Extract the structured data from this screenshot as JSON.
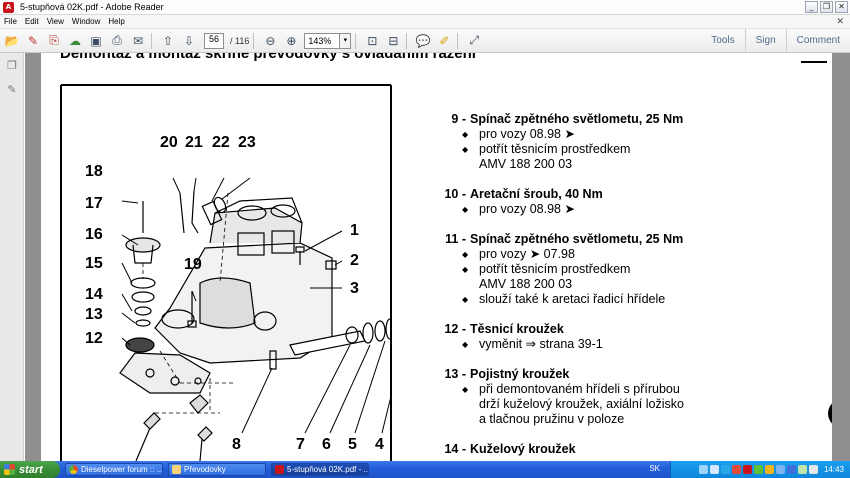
{
  "window": {
    "title": "5-stupňová 02K.pdf - Adobe Reader",
    "minimize_icon": "_",
    "restore_icon": "❐",
    "close_icon": "✕",
    "doc_close_icon": "✕"
  },
  "menu": [
    "File",
    "Edit",
    "View",
    "Window",
    "Help"
  ],
  "toolbar": {
    "page_current": "56",
    "page_total": "/ 116",
    "zoom": "143%",
    "links": [
      "Tools",
      "Sign",
      "Comment"
    ]
  },
  "document": {
    "header": "Demontáž a montáž skříně převodovky s ovládáním řazení",
    "callouts": [
      "1",
      "2",
      "3",
      "7",
      "6",
      "5",
      "4",
      "8",
      "12",
      "13",
      "14",
      "15",
      "16",
      "17",
      "18",
      "19",
      "20",
      "21",
      "22",
      "23"
    ],
    "specs": [
      {
        "num": "9 -",
        "title": "Spínač zpětného světlometu, 25 Nm",
        "lines": [
          "pro vozy 08.98 ➤",
          "potřít těsnicím prostředkem"
        ],
        "cont": "AMV 188 200 03"
      },
      {
        "num": "10 -",
        "title": "Aretační šroub, 40 Nm",
        "lines": [
          "pro vozy 08.98 ➤"
        ],
        "cont": ""
      },
      {
        "num": "11 -",
        "title": "Spínač zpětného světlometu, 25 Nm",
        "lines": [
          "pro vozy ➤ 07.98",
          "potřít těsnicím prostředkem"
        ],
        "cont": "AMV 188 200 03",
        "extra": "slouží také k aretaci řadicí hřídele"
      },
      {
        "num": "12 -",
        "title": "Těsnicí kroužek",
        "lines": [
          "vyměnit ⇒ strana 39-1"
        ],
        "cont": ""
      },
      {
        "num": "13 -",
        "title": "Pojistný kroužek",
        "lines": [
          "při demontovaném hřídeli s přírubou"
        ],
        "cont": "drží kuželový kroužek, axiální ložisko",
        "cont2": "a tlačnou pružinu v poloze"
      },
      {
        "num": "14 -",
        "title": "Kuželový kroužek",
        "lines": [],
        "cont": ""
      }
    ]
  },
  "taskbar": {
    "start": "start",
    "tasks": [
      "Dieselpower forum :: ...",
      "Převodovky",
      "5-stupňová 02K.pdf - ..."
    ],
    "lang": "SK",
    "clock": "14:43"
  }
}
